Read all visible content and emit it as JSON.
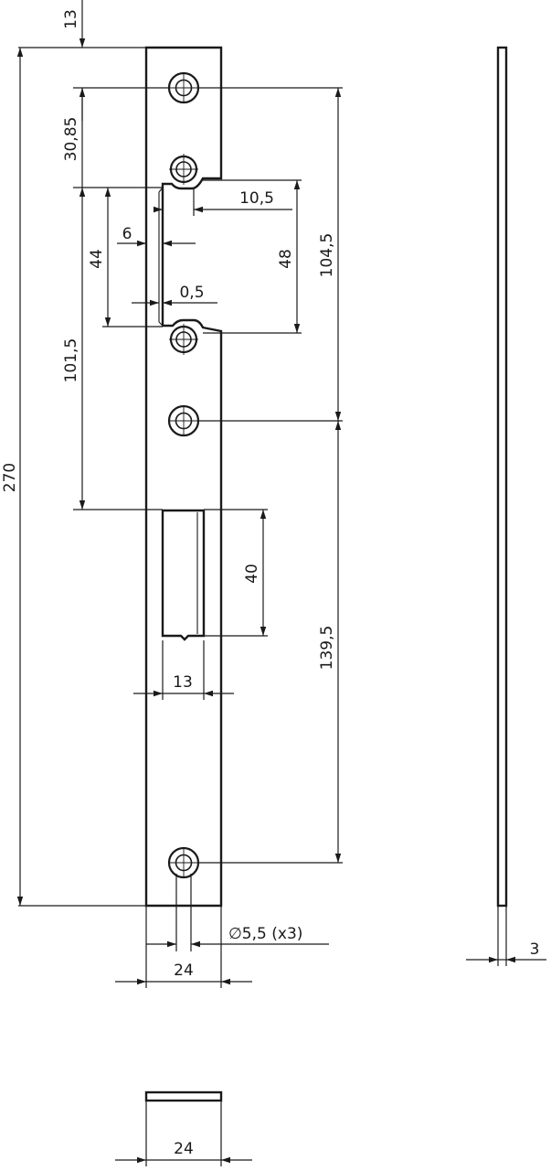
{
  "drawing": {
    "labels": {
      "top_offset": "13",
      "total_length": "270",
      "hole1_to_hole2": "30,85",
      "hole_spacing_upper": "104,5",
      "latch_depth": "10,5",
      "latch_opening_outer": "48",
      "latch_opening_inner": "44",
      "lip_depth": "6",
      "lip_step": "0,5",
      "top_to_bolt_opening": "101,5",
      "bolt_opening_height": "40",
      "hole_spacing_lower": "139,5",
      "bolt_opening_width": "13",
      "hole_diameter": "∅5,5 (x3)",
      "plate_width": "24",
      "plate_thickness": "3",
      "end_view_width": "24"
    }
  }
}
